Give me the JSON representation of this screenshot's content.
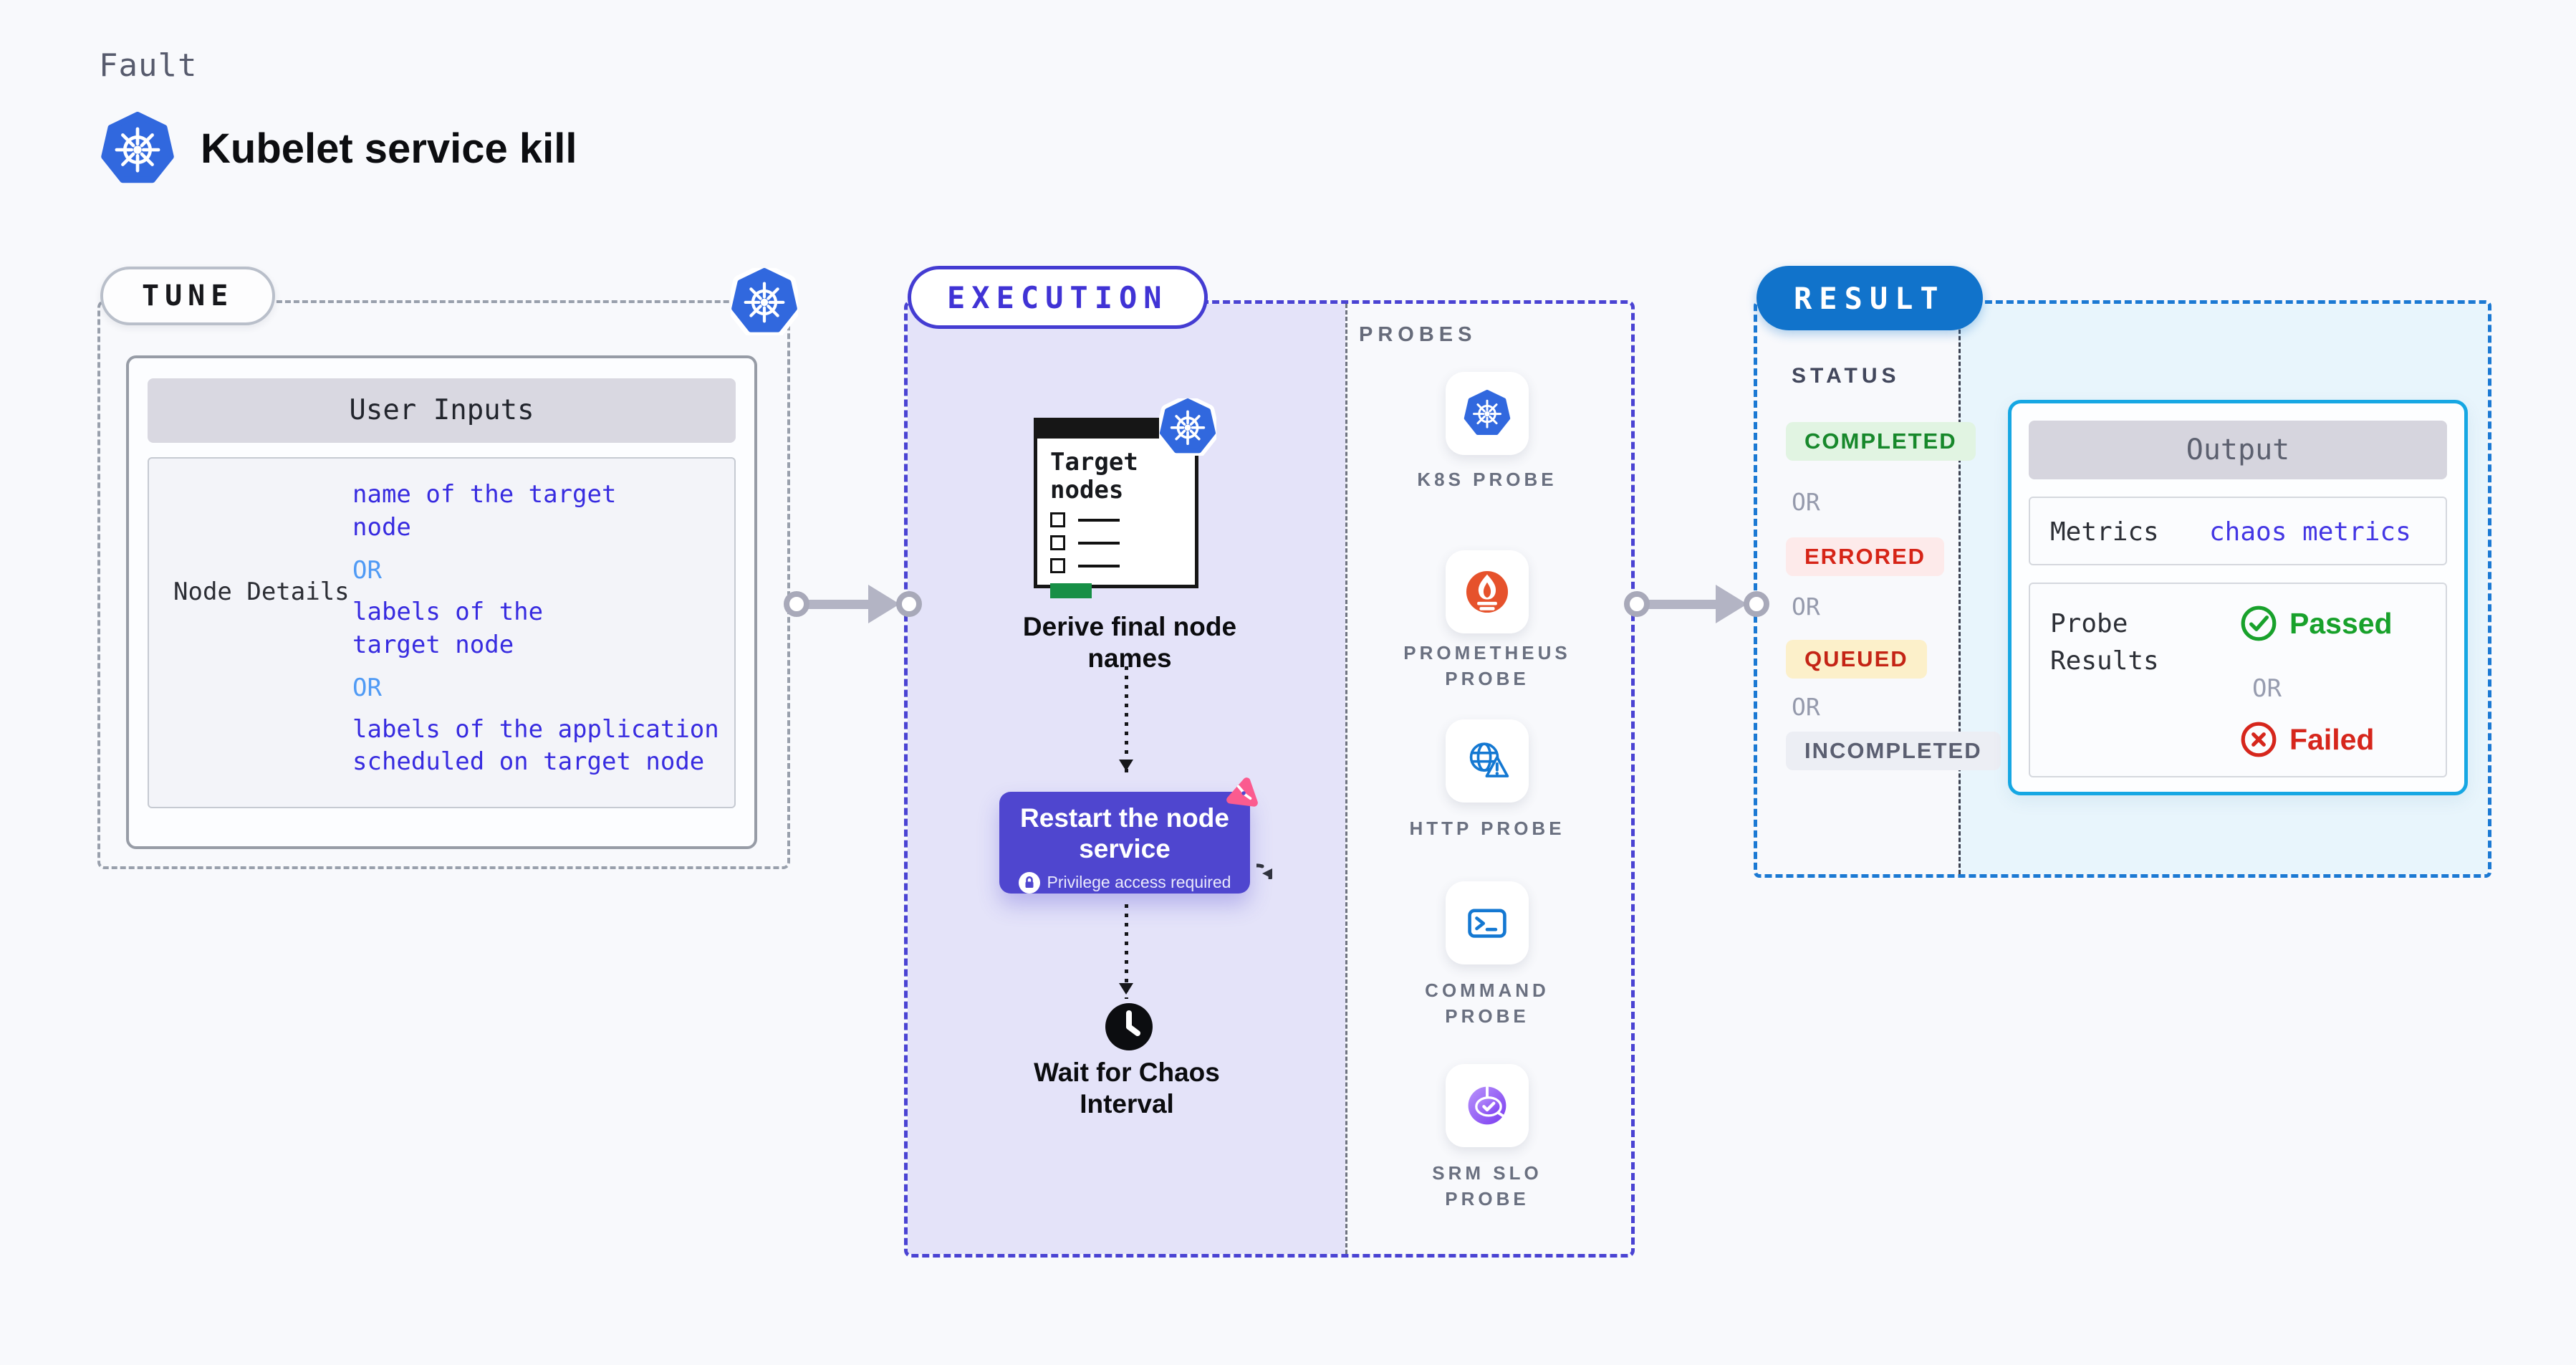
{
  "header": {
    "category": "Fault",
    "title": "Kubelet service kill",
    "logo_icon": "kubernetes-icon"
  },
  "tune": {
    "label": "TUNE",
    "corner_icon": "kubernetes-icon",
    "user_inputs": {
      "title": "User Inputs",
      "row_label": "Node Details",
      "values": [
        {
          "type": "value",
          "text": "name of the target\nnode"
        },
        {
          "type": "or",
          "text": "OR"
        },
        {
          "type": "value",
          "text": "labels of the\ntarget node"
        },
        {
          "type": "or",
          "text": "OR"
        },
        {
          "type": "value",
          "text": "labels of the application\n scheduled on target node"
        }
      ]
    }
  },
  "execution": {
    "label": "EXECUTION",
    "target_card": {
      "title": "Target nodes",
      "badge_icon": "kubernetes-icon"
    },
    "steps": {
      "derive": "Derive final node names",
      "restart": {
        "title": "Restart the node service",
        "badge": "Privilege access required",
        "badge_icon": "lock-icon",
        "corner_icon": "chaos-icon",
        "side_icon": "refresh-icon"
      },
      "wait": {
        "title": "Wait for Chaos Interval",
        "icon": "clock-icon"
      }
    }
  },
  "probes": {
    "label": "PROBES",
    "items": [
      {
        "name": "K8S PROBE",
        "icon": "kubernetes-icon"
      },
      {
        "name": "PROMETHEUS PROBE",
        "icon": "prometheus-icon"
      },
      {
        "name": "HTTP PROBE",
        "icon": "http-globe-icon"
      },
      {
        "name": "COMMAND PROBE",
        "icon": "terminal-icon"
      },
      {
        "name": "SRM SLO PROBE",
        "icon": "slo-donut-icon"
      }
    ]
  },
  "result": {
    "label": "RESULT",
    "status": {
      "label": "STATUS",
      "or": "OR",
      "badges": [
        {
          "text": "COMPLETED",
          "color": "#17882b",
          "bg": "#e1f4e2"
        },
        {
          "text": "ERRORED",
          "color": "#d62417",
          "bg": "#fdeaea"
        },
        {
          "text": "QUEUED",
          "color": "#c42415",
          "bg": "#fcf0ca"
        },
        {
          "text": "INCOMPLETED",
          "color": "#5a5e70",
          "bg": "#eceef4"
        }
      ]
    },
    "output": {
      "title": "Output",
      "metrics": {
        "label": "Metrics",
        "value": "chaos metrics"
      },
      "probe_results": {
        "label": "Probe Results",
        "passed": "Passed",
        "or": "OR",
        "failed": "Failed"
      }
    }
  },
  "colors": {
    "execution_accent": "#443cd2",
    "execution_panel": "#e4e3f9",
    "node_box": "#4f46cf",
    "result_accent": "#1173cb",
    "result_border": "#1b79d3",
    "result_panel": "#e8f5fc",
    "output_border": "#16a7e3",
    "value_text": "#372be0",
    "or_text": "#4f9af5",
    "passed": "#18a12b",
    "failed": "#d6261c",
    "kubernetes_blue": "#3168de",
    "prometheus_orange": "#e6522c",
    "chaos_pink": "#fb5b8f",
    "arrow_gray": "#b3b4c4"
  }
}
